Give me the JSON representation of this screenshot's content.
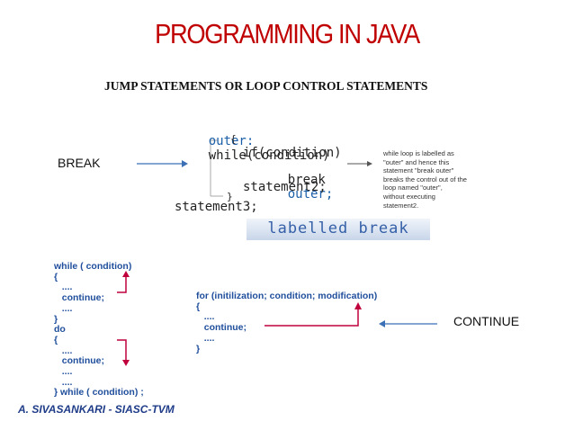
{
  "title": "PROGRAMMING IN JAVA",
  "subtitle": "JUMP STATEMENTS OR LOOP CONTROL STATEMENTS",
  "break_label": "BREAK",
  "continue_label": "CONTINUE",
  "labelled_break": {
    "line1_label": "outer:",
    "line1_code": "while(condition)",
    "brace_open": "{",
    "if_line": "if(condition)",
    "break_kw": "break",
    "break_target": "outer;",
    "statement2": "statement2;",
    "brace_close": "}",
    "statement3": "statement3;",
    "caption": "labelled  break",
    "note": [
      "while loop is labelled as",
      "\"outer\" and hence this",
      "statement \"break outer\"",
      "breaks the control out of the",
      "loop named \"outer\",",
      "without executing",
      "statement2."
    ]
  },
  "while_block": [
    "while ( condition)",
    "{",
    "   ....",
    "   continue;",
    "   ....",
    "}"
  ],
  "do_block": [
    "do",
    "{",
    "   ....",
    "   continue;",
    "   ....",
    "   ....",
    "} while ( condition) ;"
  ],
  "for_block": [
    "for (initilization; condition; modification)",
    "{",
    "   ....",
    "   continue;",
    "   ....",
    "}"
  ],
  "footer": "A. SIVASANKARI - SIASC-TVM",
  "colors": {
    "title": "#c00000",
    "code_blue": "#1f4e9c",
    "arrow_red": "#c0003c",
    "arrow_blue": "#3b6fb6"
  }
}
